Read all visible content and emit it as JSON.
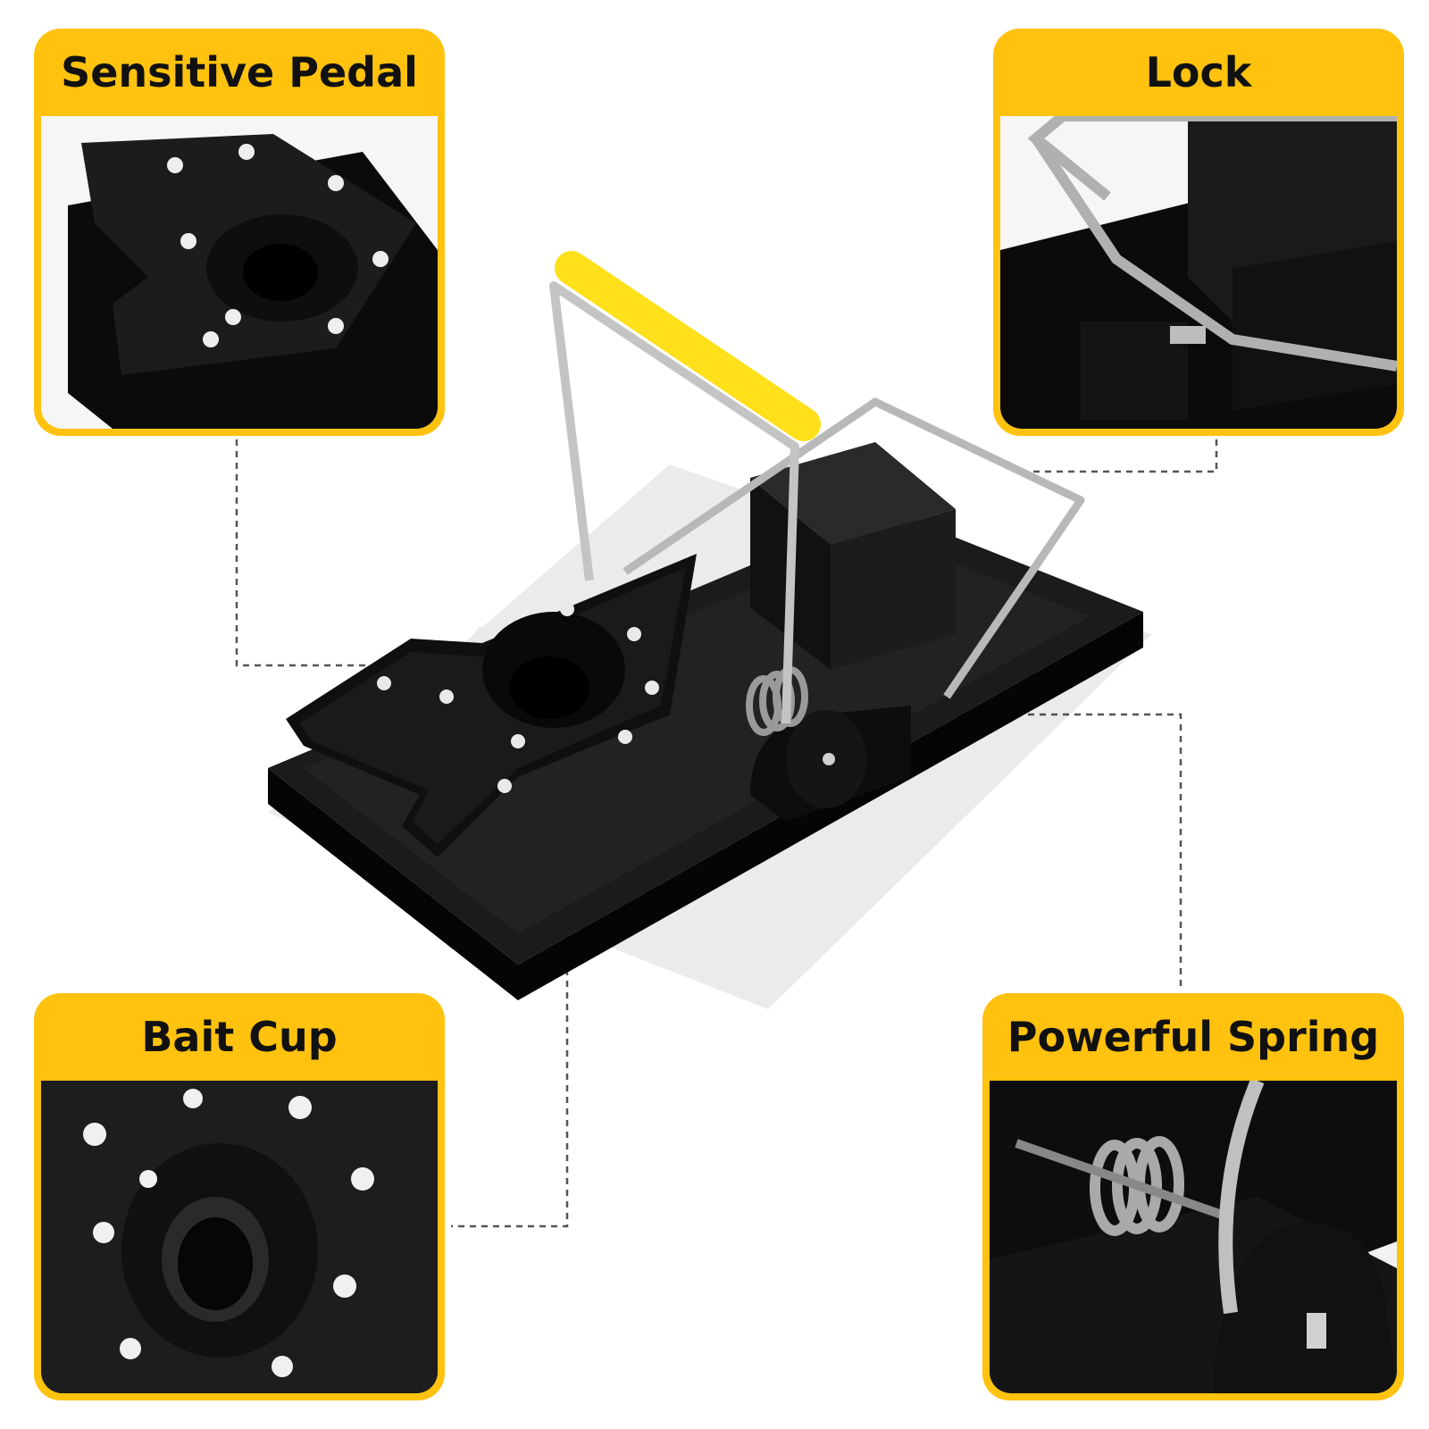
{
  "callouts": {
    "pedal": {
      "label": "Sensitive Pedal"
    },
    "lock": {
      "label": "Lock"
    },
    "bait": {
      "label": "Bait Cup"
    },
    "spring": {
      "label": "Powerful Spring"
    }
  },
  "colors": {
    "accent": "#ffc20e",
    "trap_body": "#141414",
    "handle": "#ffe01a",
    "wire": "#b8b8b8"
  }
}
